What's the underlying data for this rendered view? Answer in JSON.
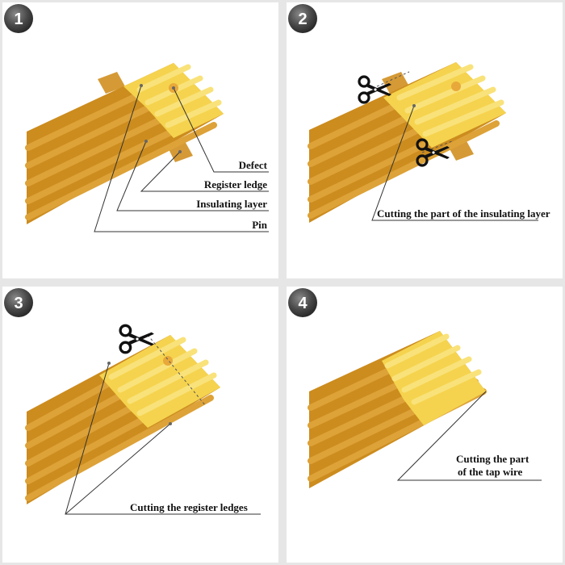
{
  "colors": {
    "base": "#cc8c1e",
    "stripe": "#dda238",
    "ledge": "#d59a36",
    "uncovered": "#f5d34e",
    "pin": "#f7dc58",
    "badge": "#555555",
    "line": "#444444"
  },
  "icons": {
    "scissors": "scissors-icon"
  },
  "panels": [
    {
      "step": "1",
      "labels": {
        "defect": "Defect",
        "register_ledge": "Register ledge",
        "insulating_layer": "Insulating layer",
        "pin": "Pin"
      }
    },
    {
      "step": "2",
      "labels": {
        "cut_insulation": "Cutting the part of the insulating layer"
      }
    },
    {
      "step": "3",
      "labels": {
        "cut_ledges": "Cutting the register ledges"
      }
    },
    {
      "step": "4",
      "labels": {
        "cut_tap_line1": "Cutting the part",
        "cut_tap_line2": "of the tap wire"
      }
    }
  ]
}
